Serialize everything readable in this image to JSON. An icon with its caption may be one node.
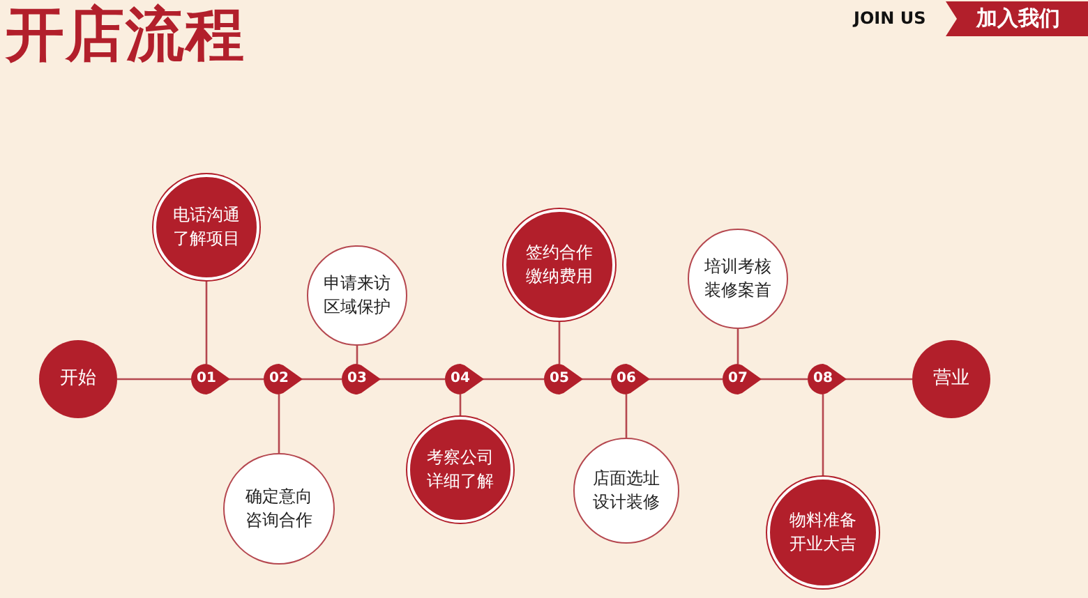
{
  "diagram": {
    "title": "开店流程",
    "nodes": [
      {
        "text": [
          "开始"
        ]
      },
      {
        "text": [
          "01"
        ]
      },
      {
        "text": [
          "02"
        ]
      },
      {
        "text": [
          "03"
        ]
      },
      {
        "text": [
          "04"
        ]
      },
      {
        "text": [
          "05"
        ]
      },
      {
        "text": [
          "06"
        ]
      },
      {
        "text": [
          "07"
        ]
      },
      {
        "text": [
          "08"
        ]
      },
      {
        "text": [
          "营业"
        ]
      },
      {
        "text": [
          "电话沟通了解项目"
        ]
      },
      {
        "text": [
          "确定意向咨询合作"
        ]
      },
      {
        "text": [
          "申请来访区域保护"
        ]
      },
      {
        "text": [
          "考察公司详细了解"
        ]
      },
      {
        "text": [
          "签约合作缴纳费用"
        ]
      },
      {
        "text": [
          "店面选址设计装修"
        ]
      },
      {
        "text": [
          "培训考核装修案首"
        ]
      },
      {
        "text": [
          "物料准备开业大吉"
        ]
      }
    ],
    "edges": [
      {
        "from": 0,
        "to": 1,
        "arrow": "none"
      },
      {
        "from": 1,
        "to": 2,
        "arrow": "none"
      },
      {
        "from": 2,
        "to": 3,
        "arrow": "none"
      },
      {
        "from": 3,
        "to": 4,
        "arrow": "none"
      },
      {
        "from": 4,
        "to": 5,
        "arrow": "none"
      },
      {
        "from": 5,
        "to": 6,
        "arrow": "none"
      },
      {
        "from": 6,
        "to": 7,
        "arrow": "none"
      },
      {
        "from": 7,
        "to": 8,
        "arrow": "none"
      },
      {
        "from": 8,
        "to": 9,
        "arrow": "none"
      },
      {
        "from": 1,
        "to": 10,
        "arrow": "none"
      },
      {
        "from": 2,
        "to": 11,
        "arrow": "none"
      },
      {
        "from": 3,
        "to": 12,
        "arrow": "none"
      },
      {
        "from": 4,
        "to": 13,
        "arrow": "none"
      },
      {
        "from": 5,
        "to": 14,
        "arrow": "none"
      },
      {
        "from": 6,
        "to": 15,
        "arrow": "none"
      },
      {
        "from": 7,
        "to": 16,
        "arrow": "none"
      },
      {
        "from": 8,
        "to": 17,
        "arrow": "none"
      }
    ],
    "labels": [
      "JOIN US",
      "加入我们"
    ]
  }
}
